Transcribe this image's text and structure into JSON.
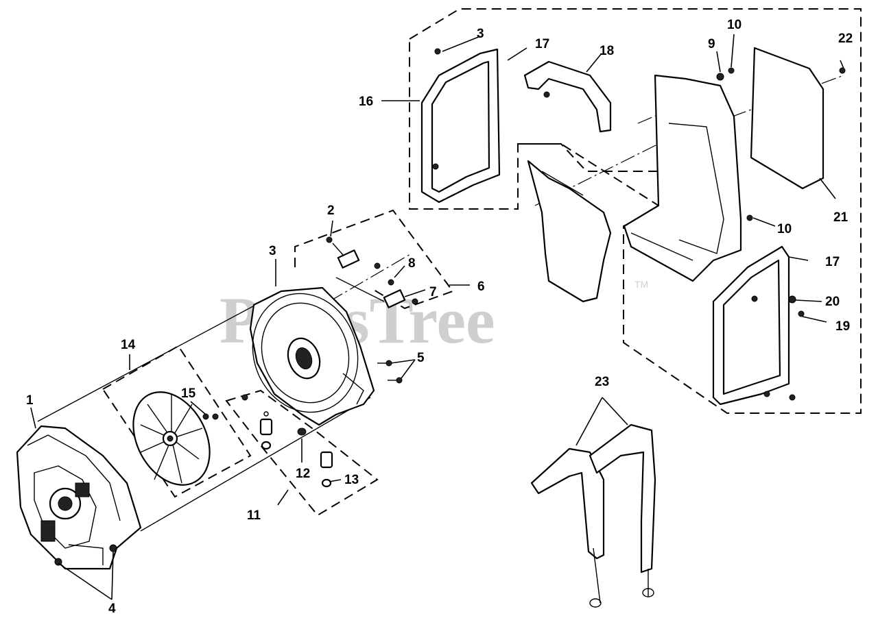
{
  "watermark": {
    "text": "PartsTree",
    "trademark": "TM"
  },
  "callouts": {
    "c1": "1",
    "c2": "2",
    "c3a": "3",
    "c3b": "3",
    "c4": "4",
    "c5": "5",
    "c6": "6",
    "c7": "7",
    "c8": "8",
    "c9": "9",
    "c10a": "10",
    "c10b": "10",
    "c11": "11",
    "c12": "12",
    "c13": "13",
    "c14": "14",
    "c15": "15",
    "c16": "16",
    "c17a": "17",
    "c17b": "17",
    "c18": "18",
    "c19": "19",
    "c20": "20",
    "c21": "21",
    "c22": "22",
    "c23": "23"
  }
}
